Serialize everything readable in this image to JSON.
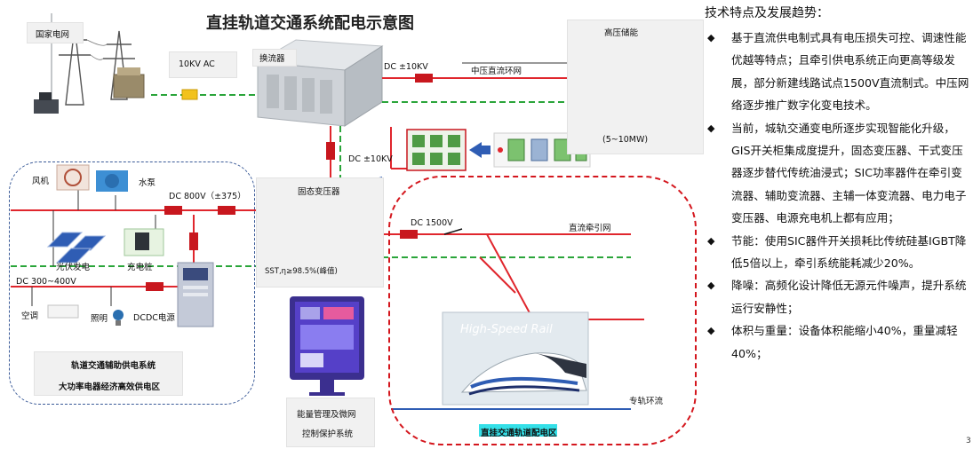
{
  "title": "直挂轨道交通系统配电示意图",
  "labels": {
    "grid": "国家电网",
    "ac_10kv": "10KV AC",
    "converter": "换流器",
    "dc_10kv_top": "DC ±10KV",
    "mv_dc_ring": "中压直流环网",
    "hv_storage": "高压储能",
    "storage_capacity": "(5~10MW)",
    "dc_10kv_mid": "DC ±10KV",
    "fan": "风机",
    "pump": "水泵",
    "dc_800v": "DC 800V（±375）",
    "solid_state_transformer": "固态变压器",
    "pv": "光伏发电",
    "charging_pile": "充电桩",
    "sst_efficiency": "SST,η≥98.5%(峰值)",
    "dc_1500v": "DC 1500V",
    "dc_traction_net": "直流牵引网",
    "dc_300_400v": "DC 300~400V",
    "aircon": "空调",
    "lighting": "照明",
    "dcdc_power": "DCDC电源",
    "aux_system_1": "轨道交通辅助供电系统",
    "aux_system_2": "大功率电器经济高效供电区",
    "rail_text": "High-Speed Rail",
    "track_ring": "专轨环流",
    "ems_1": "能量管理及微网",
    "ems_2": "控制保护系统",
    "direct_area": "直挂交通轨道配电区"
  },
  "panel": {
    "heading": "技术特点及发展趋势：",
    "bullet_symbol": "◆",
    "items": [
      {
        "text": "基于直流供电制式具有电压损失可控、调速性能优越等特点；且牵引供电系统正向更高等级发展，部分新建线路试点1500V直流制式。中压网络逐步推广数字化变电技术。"
      },
      {
        "text": "当前，城轨交通变电所逐步实现智能化升级，GIS开关柜集成度提升，固态变压器、干式变压器逐步替代传统油浸式；SIC功率器件在牵引变流器、辅助变流器、主辅一体变流器、电力电子变压器、电源充电机上都有应用；"
      },
      {
        "text": "节能：使用SIC器件开关损耗比传统硅基IGBT降低5倍以上，牵引系统能耗减少20%。"
      },
      {
        "text": "降噪：高频化设计降低无源元件噪声，提升系统运行安静性；"
      },
      {
        "text": "体积与重量：设备体积能缩小40%，重量减轻40%；"
      }
    ]
  },
  "page_number": "3",
  "colors": {
    "bus_red": "#e0262d",
    "switch_red": "#c8171e",
    "ac_green": "#2aa53a",
    "dashed_blue": "#3a5a98",
    "ac_fuse_yellow": "#f2c21c",
    "area_highlight": "#34e0e8"
  }
}
